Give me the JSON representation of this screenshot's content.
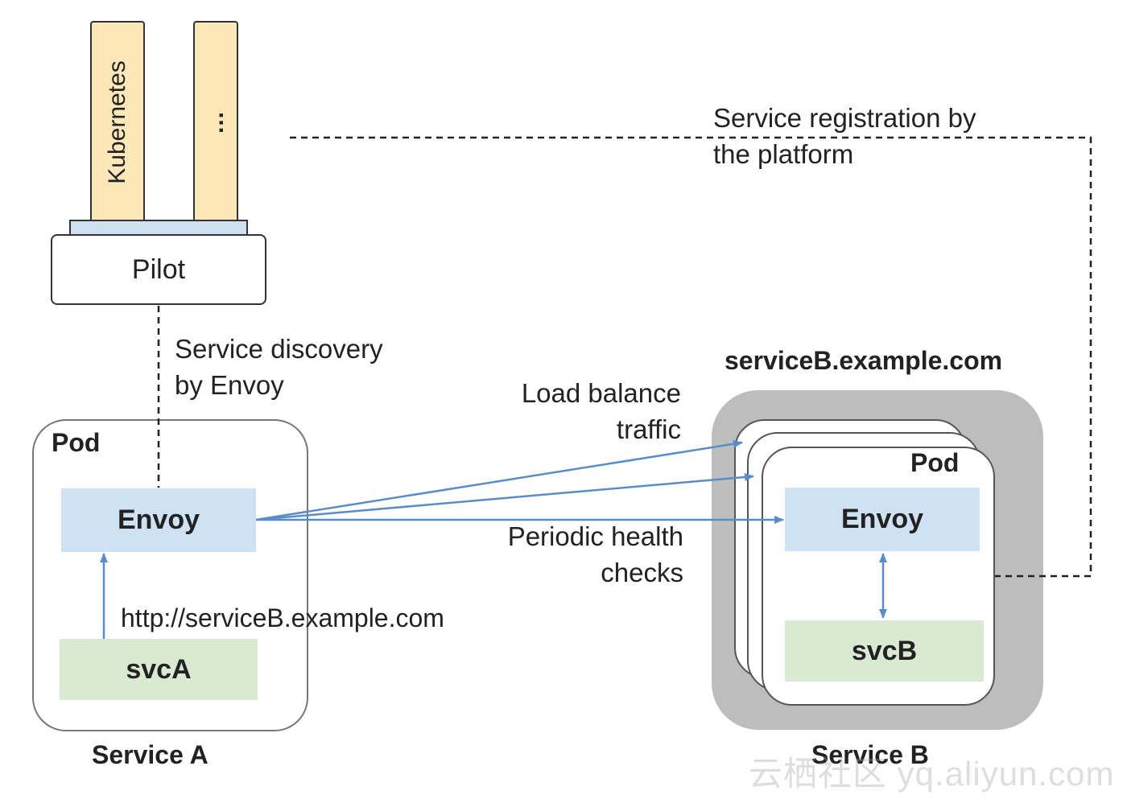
{
  "platform": {
    "column_1_label": "Kubernetes",
    "column_2_label": "...",
    "pilot_label": "Pilot"
  },
  "annotations": {
    "service_registration_line1": "Service registration by",
    "service_registration_line2": "the platform",
    "service_discovery_line1": "Service discovery",
    "service_discovery_line2": "by Envoy",
    "load_balance_line1": "Load balance",
    "load_balance_line2": "traffic",
    "health_checks_line1": "Periodic health",
    "health_checks_line2": "checks",
    "request_url": "http://serviceB.example.com"
  },
  "service_a": {
    "pod_label": "Pod",
    "envoy_label": "Envoy",
    "svc_label": "svcA",
    "caption": "Service A"
  },
  "service_b": {
    "hostname": "serviceB.example.com",
    "pod_label": "Pod",
    "envoy_label": "Envoy",
    "svc_label": "svcB",
    "caption": "Service B"
  },
  "watermark": "云栖社区 yq.aliyun.com",
  "colors": {
    "platform_column": "#fbe7b8",
    "envoy": "#cfe2f3",
    "service": "#d9ead3",
    "arrow": "#5b8cc8",
    "pod_group_shadow": "#bdbdbd"
  }
}
